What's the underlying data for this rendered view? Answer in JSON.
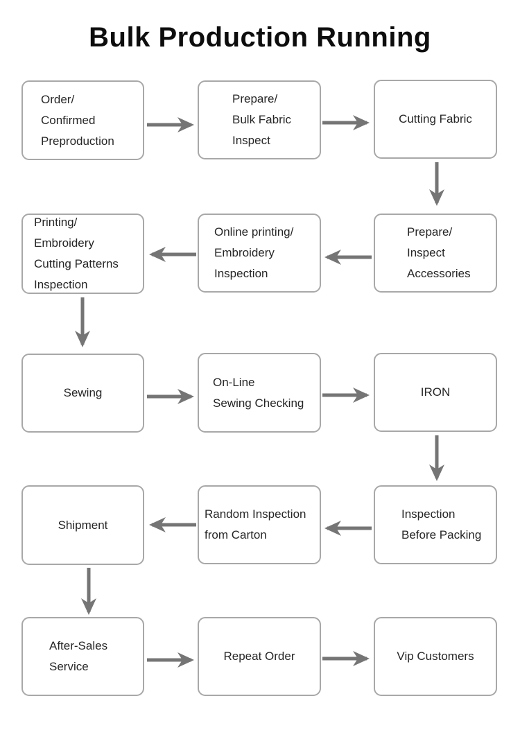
{
  "title": "Bulk Production Running",
  "colors": {
    "background": "#ffffff",
    "title_text": "#0d0d0d",
    "box_border": "#a8a8a8",
    "box_text": "#262626",
    "arrow": "#757575"
  },
  "flowchart": {
    "nodes": [
      {
        "id": "order-confirmed-preproduction",
        "label": "Order/\nConfirmed\nPreproduction"
      },
      {
        "id": "prepare-bulk-fabric-inspect",
        "label": "Prepare/\nBulk Fabric\nInspect"
      },
      {
        "id": "cutting-fabric",
        "label": "Cutting Fabric"
      },
      {
        "id": "printing-embroidery-cutting-patterns-inspection",
        "label": "Printing/\nEmbroidery\nCutting Patterns\nInspection"
      },
      {
        "id": "online-printing-embroidery-inspection",
        "label": "Online printing/\nEmbroidery\nInspection"
      },
      {
        "id": "prepare-inspect-accessories",
        "label": "Prepare/\nInspect\nAccessories"
      },
      {
        "id": "sewing",
        "label": "Sewing"
      },
      {
        "id": "on-line-sewing-checking",
        "label": "On-Line\nSewing Checking"
      },
      {
        "id": "iron",
        "label": "IRON"
      },
      {
        "id": "shipment",
        "label": "Shipment"
      },
      {
        "id": "random-inspection-from-carton",
        "label": "Random Inspection\nfrom Carton"
      },
      {
        "id": "inspection-before-packing",
        "label": "Inspection\nBefore Packing"
      },
      {
        "id": "after-sales-service",
        "label": "After-Sales\nService"
      },
      {
        "id": "repeat-order",
        "label": "Repeat Order"
      },
      {
        "id": "vip-customers",
        "label": "Vip Customers"
      }
    ],
    "edges": [
      {
        "from": "order-confirmed-preproduction",
        "to": "prepare-bulk-fabric-inspect"
      },
      {
        "from": "prepare-bulk-fabric-inspect",
        "to": "cutting-fabric"
      },
      {
        "from": "cutting-fabric",
        "to": "prepare-inspect-accessories"
      },
      {
        "from": "prepare-inspect-accessories",
        "to": "online-printing-embroidery-inspection"
      },
      {
        "from": "online-printing-embroidery-inspection",
        "to": "printing-embroidery-cutting-patterns-inspection"
      },
      {
        "from": "printing-embroidery-cutting-patterns-inspection",
        "to": "sewing"
      },
      {
        "from": "sewing",
        "to": "on-line-sewing-checking"
      },
      {
        "from": "on-line-sewing-checking",
        "to": "iron"
      },
      {
        "from": "iron",
        "to": "inspection-before-packing"
      },
      {
        "from": "inspection-before-packing",
        "to": "random-inspection-from-carton"
      },
      {
        "from": "random-inspection-from-carton",
        "to": "shipment"
      },
      {
        "from": "shipment",
        "to": "after-sales-service"
      },
      {
        "from": "after-sales-service",
        "to": "repeat-order"
      },
      {
        "from": "repeat-order",
        "to": "vip-customers"
      }
    ]
  }
}
